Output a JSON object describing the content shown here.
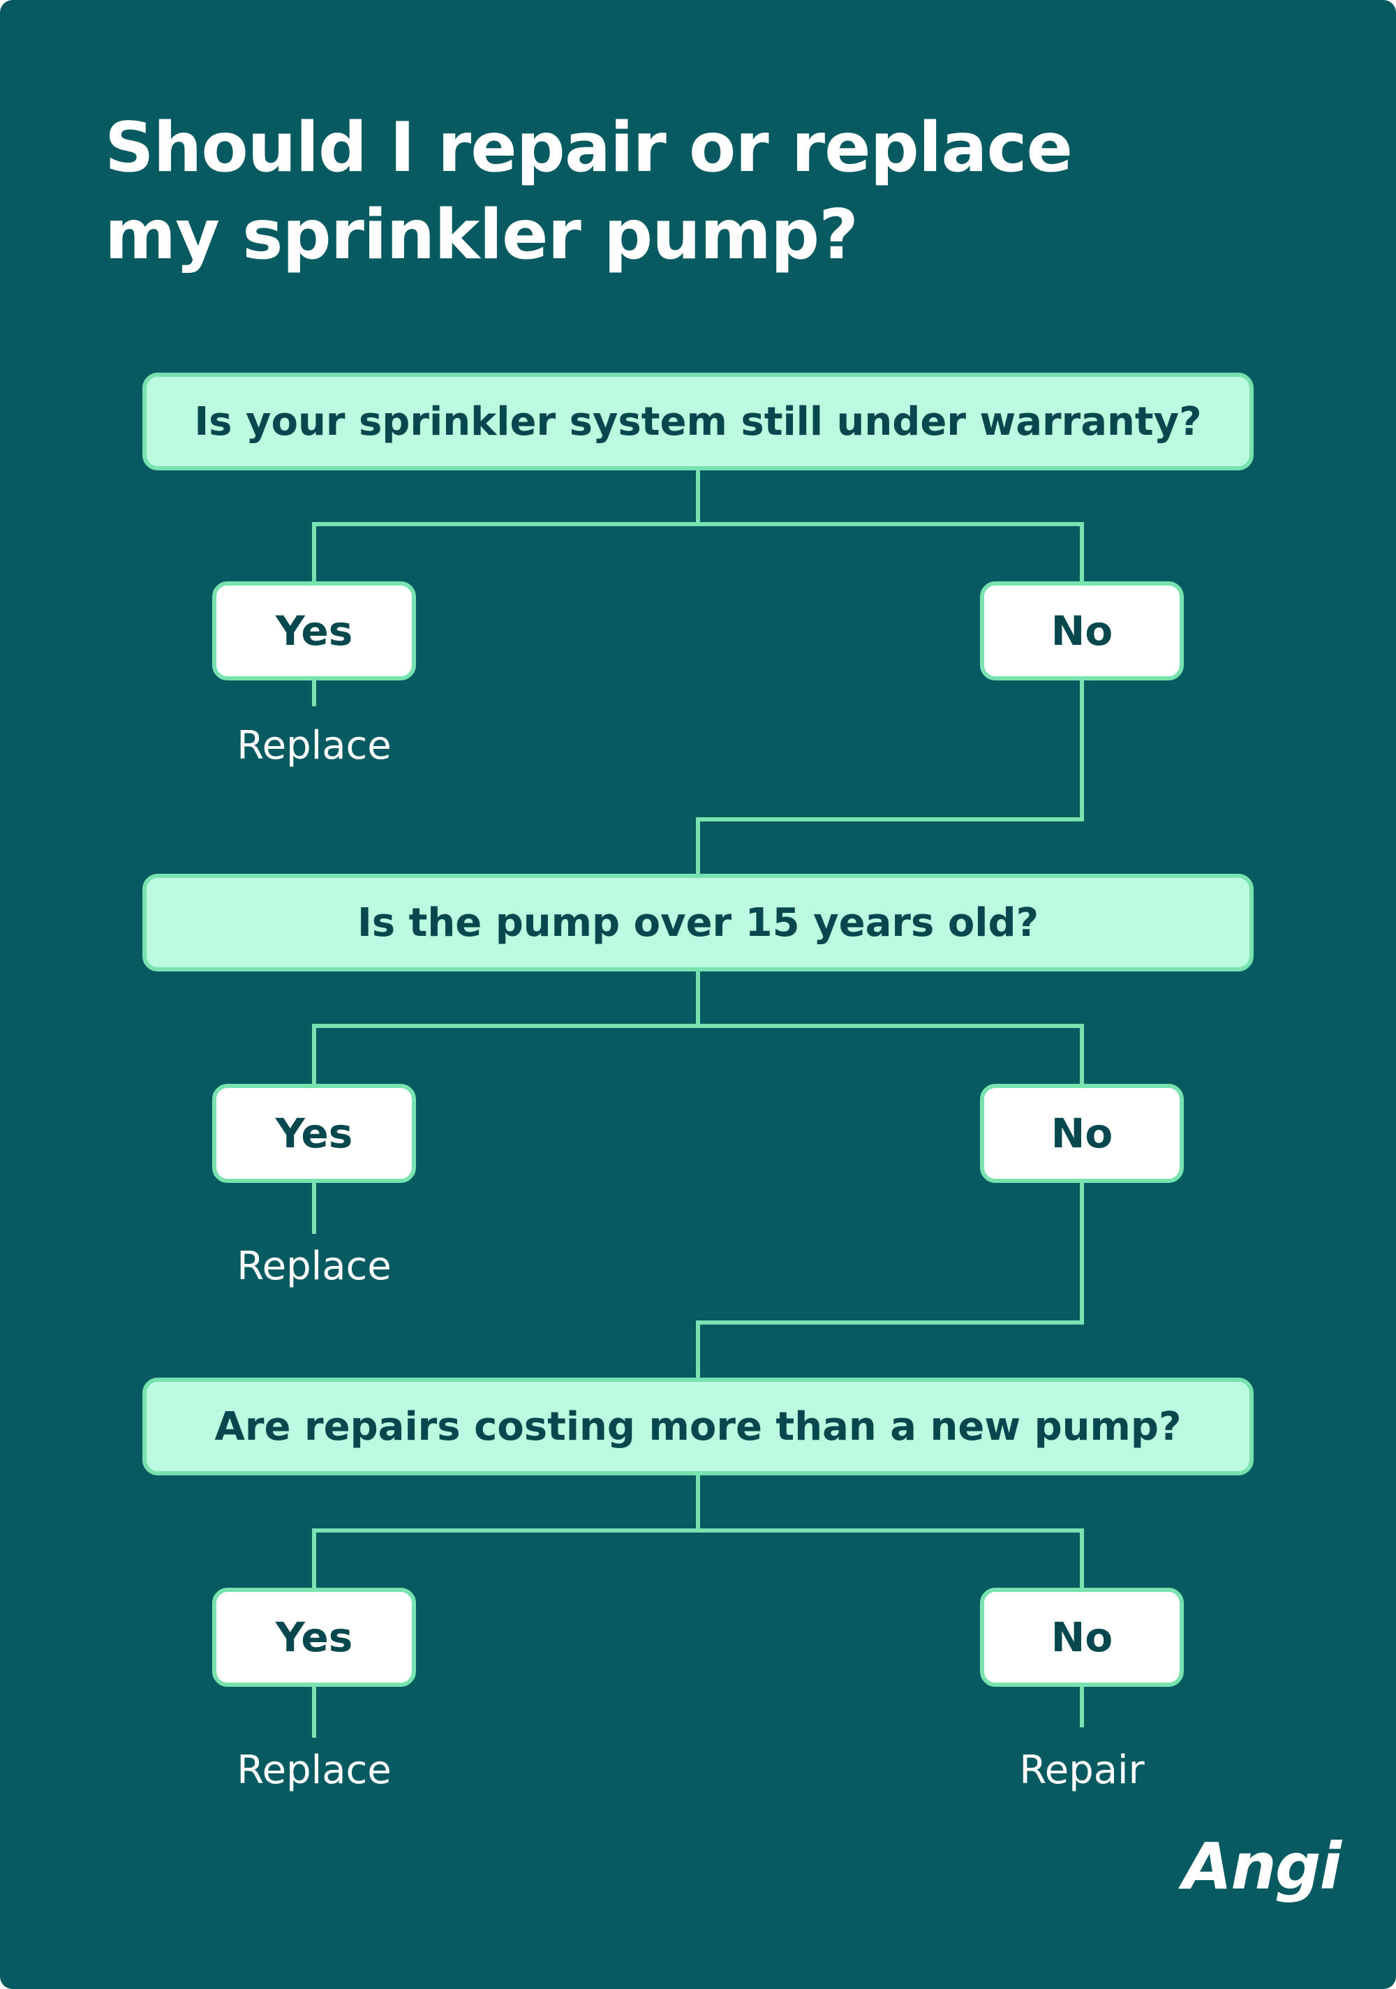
{
  "title": {
    "line1": "Should I repair or replace",
    "line2": "my sprinkler pump?"
  },
  "steps": [
    {
      "question": "Is your sprinkler system still under warranty?",
      "yes_label": "Yes",
      "no_label": "No",
      "yes_result": "Replace",
      "no_result": ""
    },
    {
      "question": "Is the pump over 15 years old?",
      "yes_label": "Yes",
      "no_label": "No",
      "yes_result": "Replace",
      "no_result": ""
    },
    {
      "question": "Are repairs costing more than a new pump?",
      "yes_label": "Yes",
      "no_label": "No",
      "yes_result": "Replace",
      "no_result": "Repair"
    }
  ],
  "brand": {
    "logo_text": "Angi"
  },
  "colors": {
    "background": "#075a60",
    "question_fill": "#bdfbe0",
    "connector": "#79e3b0",
    "answer_fill": "#ffffff",
    "box_text": "#06484e",
    "light_text": "#ffffff"
  }
}
